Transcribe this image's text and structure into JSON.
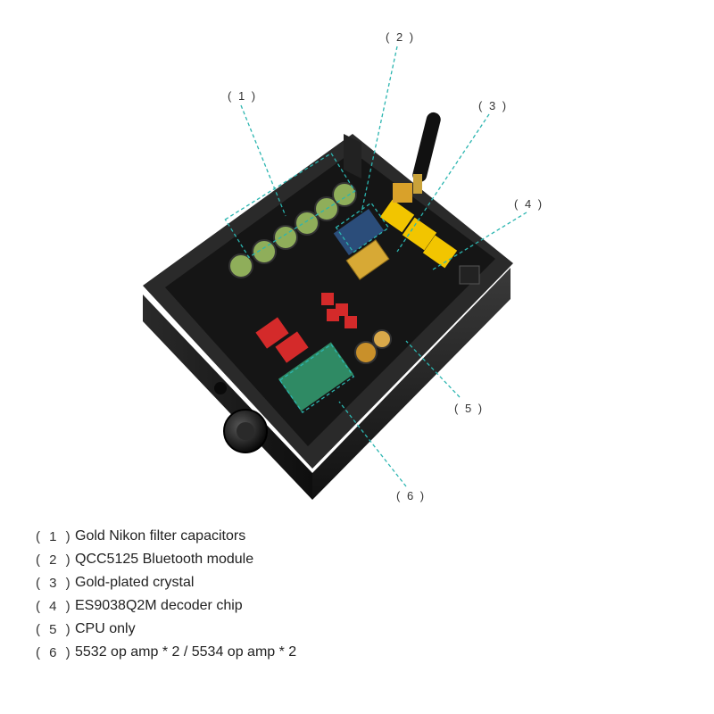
{
  "callouts": [
    {
      "num": "( 1 )",
      "label": "Gold Nikon filter capacitors"
    },
    {
      "num": "( 2 )",
      "label": "QCC5125 Bluetooth module"
    },
    {
      "num": "( 3 )",
      "label": "Gold-plated crystal"
    },
    {
      "num": "( 4 )",
      "label": "ES9038Q2M decoder chip"
    },
    {
      "num": "( 5 )",
      "label": "CPU only"
    },
    {
      "num": "( 6 )",
      "label": "5532 op amp * 2 / 5534 op amp * 2"
    }
  ],
  "colors": {
    "callout_line": "#2bb5b0",
    "chassis": "#1c1c1c",
    "pcb": "#161616",
    "capacitor": "#8fae5a",
    "rca_jack": "#f2c500",
    "film_cap": "#d42a2a",
    "opamp_board": "#2f8a64"
  },
  "icons": [
    "antenna",
    "volume-knob"
  ]
}
